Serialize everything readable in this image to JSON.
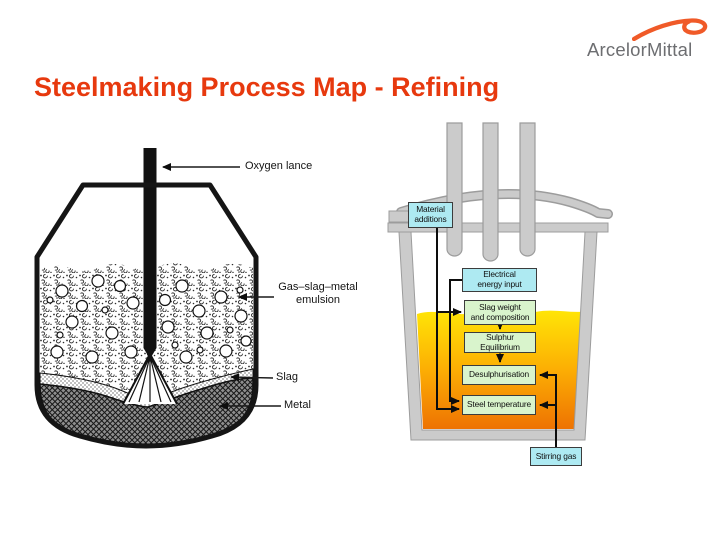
{
  "slide": {
    "title": "Steelmaking Process Map - Refining",
    "title_color": "#e7390e",
    "logo": {
      "brand": "ArcelorMittal",
      "brand_color": "#6d6e71",
      "swoosh_color": "#f05a28"
    }
  },
  "converter_diagram": {
    "labels": {
      "oxygen_lance": "Oxygen lance",
      "emulsion": "Gas–slag–metal\nemulsion",
      "slag": "Slag",
      "metal": "Metal"
    }
  },
  "ladle_diagram": {
    "boxes": {
      "material_additions": "Material\nadditions",
      "electrical_energy": "Electrical\nenergy input",
      "slag_weight": "Slag weight\nand composition",
      "sulphur_equilibrium": "Sulphur\nEquilibrium",
      "desulphurisation": "Desulphurisation",
      "steel_temperature": "Steel temperature",
      "stirring_gas": "Stirring gas"
    },
    "colors": {
      "input_box": "#aeeaf2",
      "process_box": "#d9f4cc",
      "steel_top": "#ffe506",
      "steel_bottom": "#ee7302",
      "structure": "#cbcbcb"
    }
  }
}
